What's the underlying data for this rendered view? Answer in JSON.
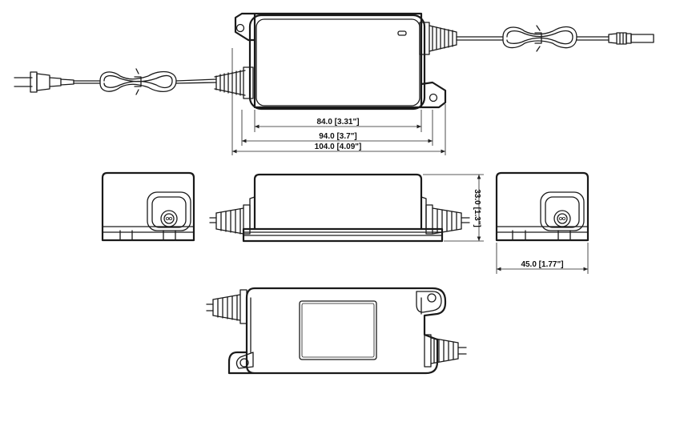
{
  "figure": {
    "dimensions": {
      "length_inner": "84.0 [3.31\"]",
      "length_mid": "94.0 [3.7\"]",
      "length_outer": "104.0 [4.09\"]",
      "height": "33.0 [1.3\"]",
      "width": "45.0 [1.77\"]"
    }
  }
}
